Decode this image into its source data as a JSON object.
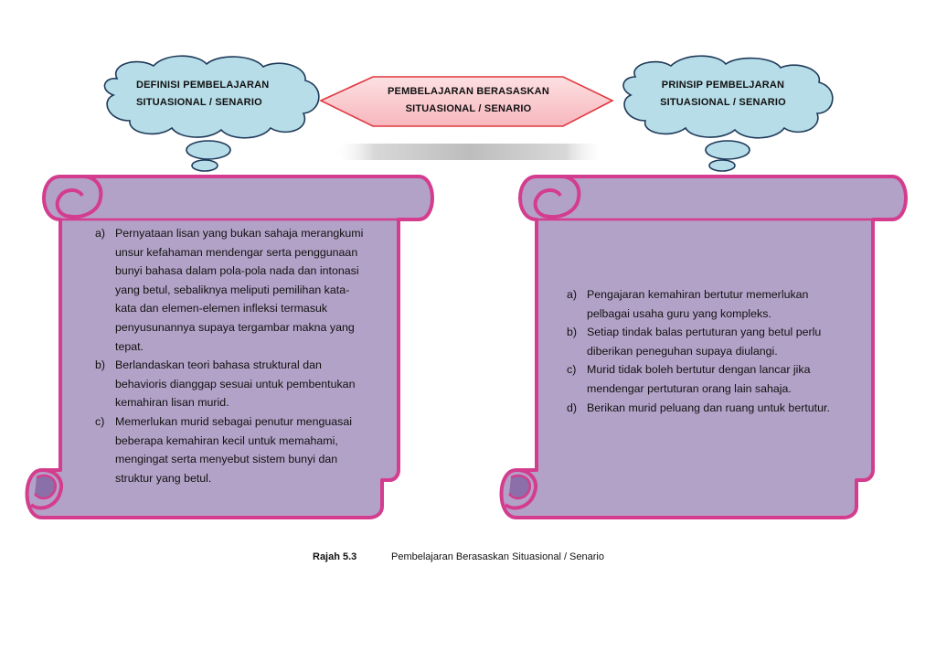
{
  "center_box": {
    "line1": "PEMBELAJARAN BERASASKAN",
    "line2": "SITUASIONAL / SENARIO"
  },
  "left_cloud": {
    "line1": "DEFINISI PEMBELAJARAN",
    "line2": "SITUASIONAL / SENARIO"
  },
  "right_cloud": {
    "line1": "PRINSIP PEMBELJARAN",
    "line2": "SITUASIONAL / SENARIO"
  },
  "left_scroll": {
    "items": [
      {
        "marker": "a)",
        "lines": [
          "Pernyataan lisan yang bukan sahaja merangkumi",
          "unsur kefahaman mendengar serta penggunaan",
          "bunyi bahasa dalam pola-pola nada dan intonasi",
          "yang betul, sebaliknya meliputi pemilihan kata-",
          "kata dan elemen-elemen infleksi termasuk",
          "penyusunannya supaya tergambar makna yang",
          "tepat."
        ]
      },
      {
        "marker": "b)",
        "lines": [
          "Berlandaskan teori bahasa struktural dan",
          "behavioris dianggap sesuai untuk pembentukan",
          "kemahiran lisan murid."
        ]
      },
      {
        "marker": "c)",
        "lines": [
          "Memerlukan murid sebagai penutur menguasai",
          "beberapa kemahiran kecil untuk memahami,",
          "mengingat serta menyebut sistem bunyi dan",
          "struktur yang betul."
        ]
      }
    ]
  },
  "right_scroll": {
    "items": [
      {
        "marker": "a)",
        "lines": [
          "Pengajaran kemahiran bertutur memerlukan",
          "pelbagai usaha guru yang kompleks."
        ]
      },
      {
        "marker": "b)",
        "lines": [
          "Setiap tindak balas pertuturan yang betul perlu",
          "diberikan peneguhan supaya diulangi."
        ]
      },
      {
        "marker": "c)",
        "lines": [
          "Murid tidak boleh bertutur dengan lancar jika",
          "mendengar pertuturan orang lain sahaja."
        ]
      },
      {
        "marker": "d)",
        "lines": [
          "Berikan murid peluang dan ruang untuk bertutur."
        ]
      }
    ]
  },
  "caption": {
    "label": "Rajah 5.3",
    "text": "Pembelajaran Berasaskan Situasional / Senario"
  },
  "colors": {
    "cloud_fill": "#b7dde8",
    "cloud_stroke": "#1f3a5a",
    "hex_fill": "#f8c8cc",
    "hex_stroke": "#e0383f",
    "scroll_fill": "#b3a2c7",
    "scroll_stroke": "#d43d8e"
  }
}
